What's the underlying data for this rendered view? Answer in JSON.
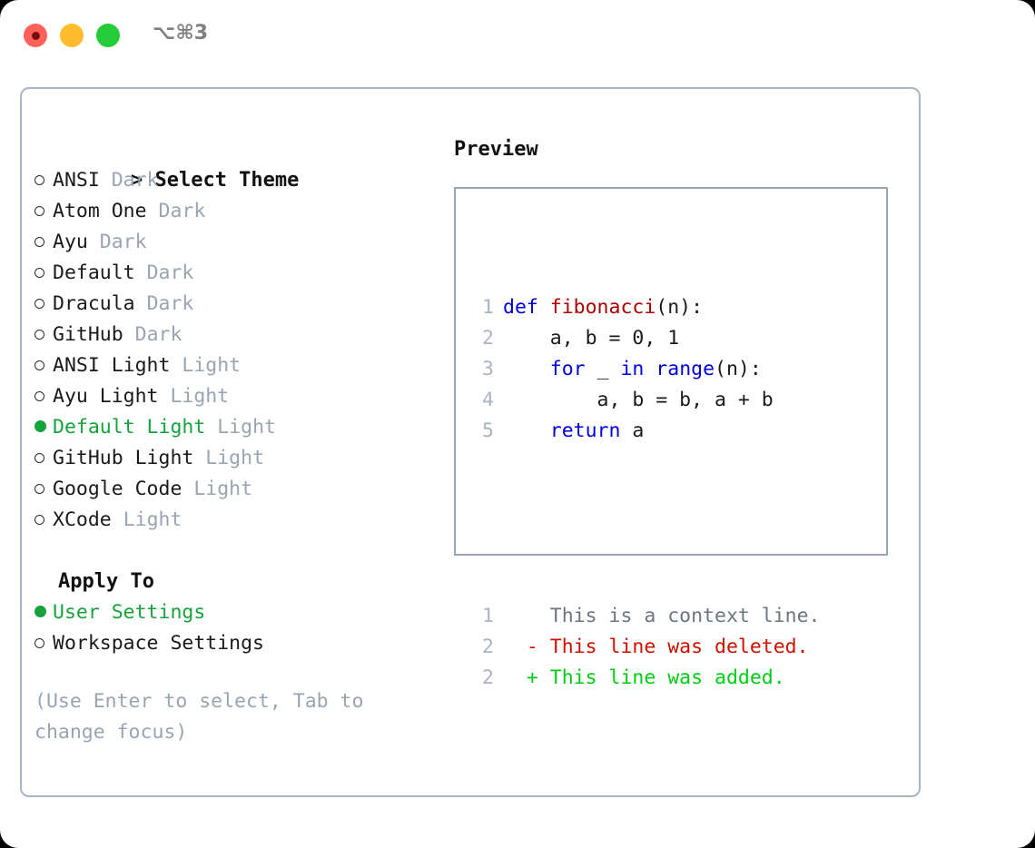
{
  "titlebar": {
    "shortcut": "⌥⌘3",
    "buttons": [
      {
        "name": "close",
        "color": "#ff6058"
      },
      {
        "name": "minimize",
        "color": "#ffbd2e"
      },
      {
        "name": "maximize",
        "color": "#25cc38"
      }
    ]
  },
  "theme_picker": {
    "caret": ">",
    "heading": "Select Theme",
    "items": [
      {
        "name": "ANSI",
        "variant": "Dark",
        "selected": false
      },
      {
        "name": "Atom One",
        "variant": "Dark",
        "selected": false
      },
      {
        "name": "Ayu",
        "variant": "Dark",
        "selected": false
      },
      {
        "name": "Default",
        "variant": "Dark",
        "selected": false
      },
      {
        "name": "Dracula",
        "variant": "Dark",
        "selected": false
      },
      {
        "name": "GitHub",
        "variant": "Dark",
        "selected": false
      },
      {
        "name": "ANSI Light",
        "variant": "Light",
        "selected": false
      },
      {
        "name": "Ayu Light",
        "variant": "Light",
        "selected": false
      },
      {
        "name": "Default Light",
        "variant": "Light",
        "selected": true
      },
      {
        "name": "GitHub Light",
        "variant": "Light",
        "selected": false
      },
      {
        "name": "Google Code",
        "variant": "Light",
        "selected": false
      },
      {
        "name": "XCode",
        "variant": "Light",
        "selected": false
      }
    ]
  },
  "apply_to": {
    "heading": "Apply To",
    "options": [
      {
        "label": "User Settings",
        "selected": true
      },
      {
        "label": "Workspace Settings",
        "selected": false
      }
    ]
  },
  "hint": "(Use Enter to select, Tab to change focus)",
  "preview": {
    "heading": "Preview",
    "code_lines": [
      {
        "no": "1",
        "tokens": [
          {
            "t": "def ",
            "k": "kw"
          },
          {
            "t": "fibonacci",
            "k": "fn"
          },
          {
            "t": "(n):",
            "k": "plain"
          }
        ]
      },
      {
        "no": "2",
        "tokens": [
          {
            "t": "    a, b = 0, 1",
            "k": "plain"
          }
        ]
      },
      {
        "no": "3",
        "tokens": [
          {
            "t": "    ",
            "k": "plain"
          },
          {
            "t": "for",
            "k": "kw"
          },
          {
            "t": " _ ",
            "k": "plain"
          },
          {
            "t": "in range",
            "k": "kw"
          },
          {
            "t": "(n):",
            "k": "plain"
          }
        ]
      },
      {
        "no": "4",
        "tokens": [
          {
            "t": "        a, b = b, a + b",
            "k": "plain"
          }
        ]
      },
      {
        "no": "5",
        "tokens": [
          {
            "t": "    ",
            "k": "plain"
          },
          {
            "t": "return",
            "k": "kw"
          },
          {
            "t": " a",
            "k": "plain"
          }
        ]
      }
    ],
    "diff_lines": [
      {
        "no": "1",
        "marker": "  ",
        "text": "This is a context line.",
        "kind": "ctx"
      },
      {
        "no": "2",
        "marker": "- ",
        "text": "This line was deleted.",
        "kind": "del"
      },
      {
        "no": "2",
        "marker": "+ ",
        "text": "This line was added.",
        "kind": "add"
      }
    ]
  },
  "colors": {
    "selected_green": "#16a33c",
    "variant_gray": "#9aa4b2",
    "hint_gray": "#9aa4b2",
    "keyword_blue": "#0000dd",
    "function_red": "#aa0000",
    "diff_context": "#6d7680",
    "diff_deleted": "#cc1100",
    "diff_added": "#00cc11",
    "panel_border": "#aab4c2",
    "preview_border": "#9aa5b5",
    "line_number": "#aab4c0"
  }
}
